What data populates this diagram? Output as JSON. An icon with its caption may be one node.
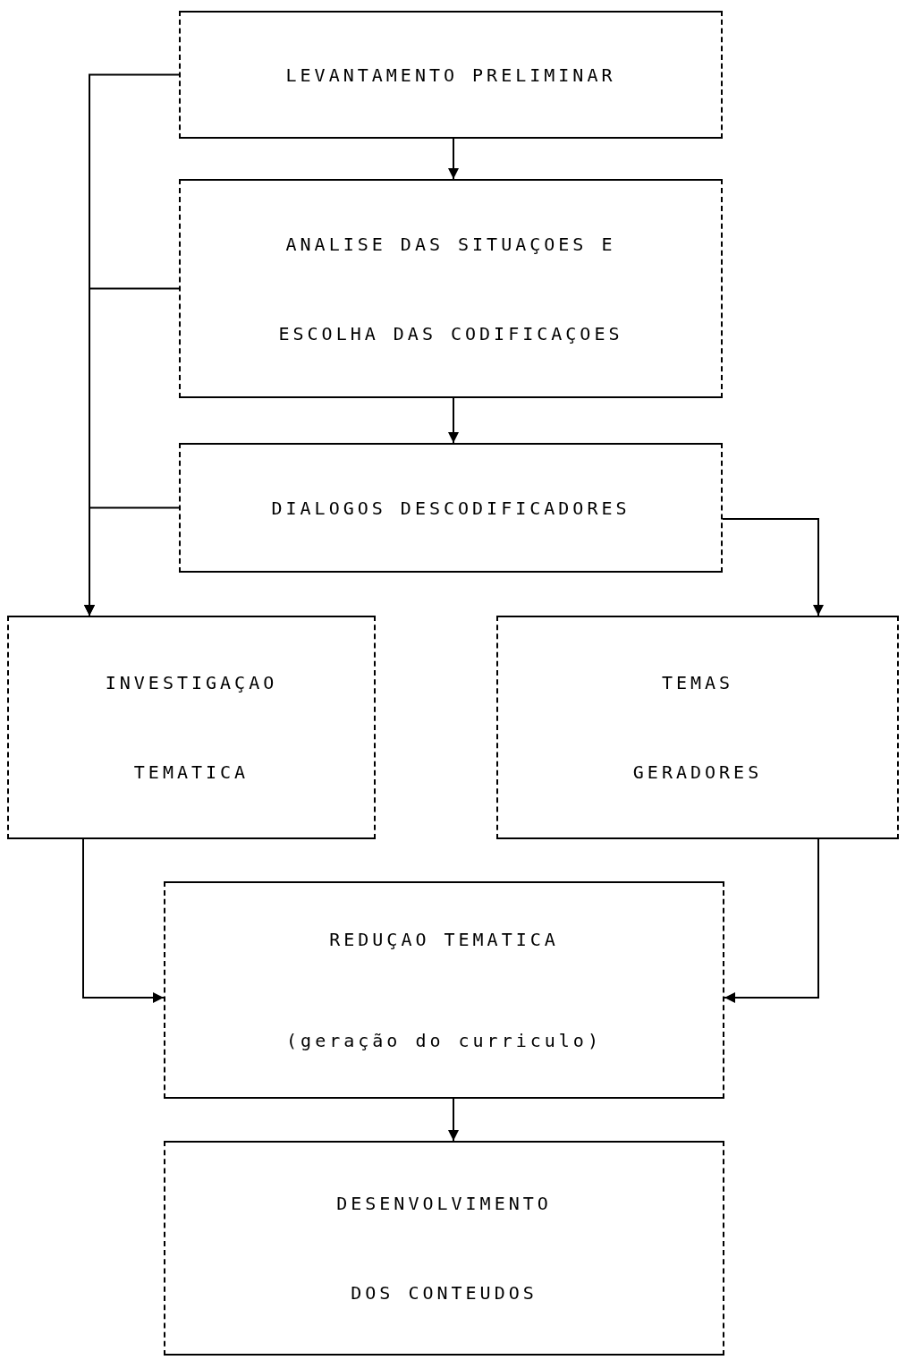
{
  "diagram": {
    "nodes": [
      {
        "text": [
          "LEVANTAMENTO PRELIMINAR"
        ]
      },
      {
        "text": [
          "ANALISE DAS SITUAÇOES E ESCOLHA DAS CODIFICAÇOES"
        ]
      },
      {
        "text": [
          "DIALOGOS DESCODIFICADORES"
        ]
      },
      {
        "text": [
          "INVESTIGAÇAO TEMATICA"
        ]
      },
      {
        "text": [
          "TEMAS GERADORES"
        ]
      },
      {
        "text": [
          "REDUÇAO TEMATICA",
          "(geração do curriculo)"
        ]
      },
      {
        "text": [
          "DESENVOLVIMENTO DOS CONTEUDOS"
        ]
      }
    ],
    "edges": [
      {
        "from": 0,
        "to": 1,
        "arrow": "to"
      },
      {
        "from": 1,
        "to": 2,
        "arrow": "to"
      },
      {
        "from": 0,
        "to": 3,
        "arrow": "to"
      },
      {
        "from": 1,
        "to": 3,
        "arrow": "to"
      },
      {
        "from": 2,
        "to": 3,
        "arrow": "to"
      },
      {
        "from": 2,
        "to": 4,
        "arrow": "to"
      },
      {
        "from": 3,
        "to": 5,
        "arrow": "to"
      },
      {
        "from": 4,
        "to": 5,
        "arrow": "to"
      },
      {
        "from": 5,
        "to": 6,
        "arrow": "to"
      }
    ]
  }
}
